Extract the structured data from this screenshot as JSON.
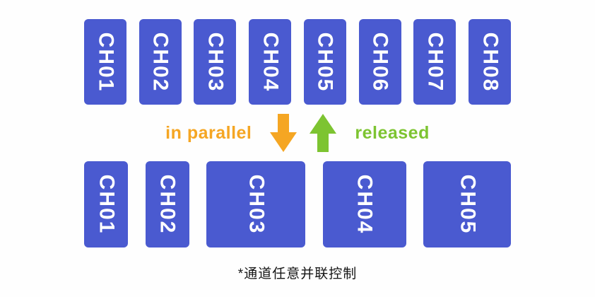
{
  "colors": {
    "background": "#fefefe",
    "block": "#4a5ad0",
    "block_text": "#ffffff",
    "orange": "#f5a623",
    "green": "#7dc431",
    "caption": "#151515"
  },
  "icons": {
    "down": "arrow-down-icon",
    "up": "arrow-up-icon"
  },
  "top_row": {
    "channels": [
      {
        "label": "CH01",
        "width": 60
      },
      {
        "label": "CH02",
        "width": 60
      },
      {
        "label": "CH03",
        "width": 60
      },
      {
        "label": "CH04",
        "width": 60
      },
      {
        "label": "CH05",
        "width": 60
      },
      {
        "label": "CH06",
        "width": 60
      },
      {
        "label": "CH07",
        "width": 60
      },
      {
        "label": "CH08",
        "width": 60
      }
    ]
  },
  "middle": {
    "left_label": "in parallel",
    "right_label": "released"
  },
  "bottom_row": {
    "channels": [
      {
        "label": "CH01",
        "width": 62
      },
      {
        "label": "CH02",
        "width": 62
      },
      {
        "label": "CH03",
        "width": 140
      },
      {
        "label": "CH04",
        "width": 118
      },
      {
        "label": "CH05",
        "width": 124
      }
    ]
  },
  "caption": "*通道任意并联控制"
}
